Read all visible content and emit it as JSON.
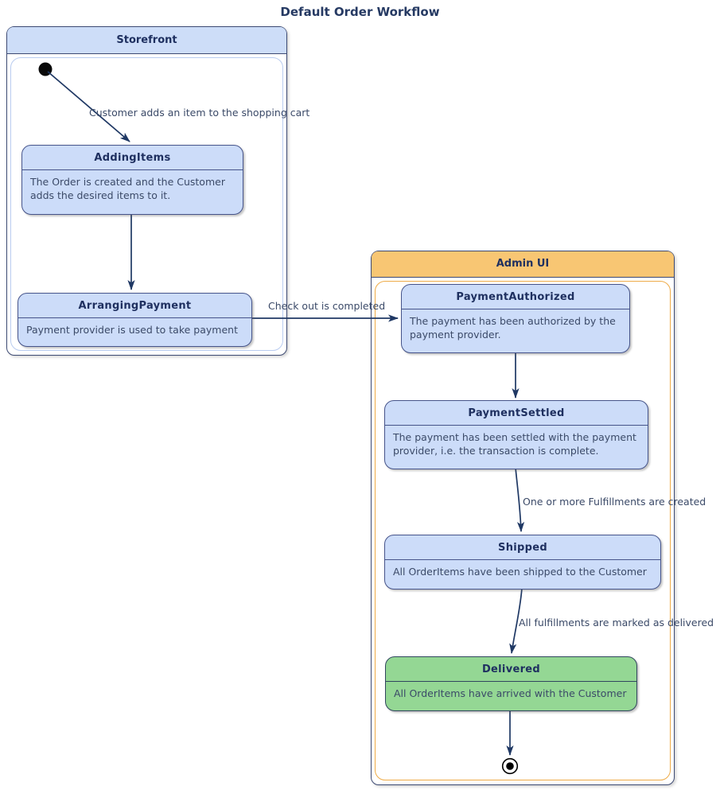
{
  "diagram": {
    "title": "Default Order Workflow",
    "containers": [
      {
        "label": "Storefront",
        "states": [
          {
            "name": "AddingItems",
            "description": "The Order is created and the Customer adds the desired items to it."
          },
          {
            "name": "ArrangingPayment",
            "description": "Payment provider is used to take payment"
          }
        ]
      },
      {
        "label": "Admin UI",
        "states": [
          {
            "name": "PaymentAuthorized",
            "description": "The payment has been authorized by the payment provider."
          },
          {
            "name": "PaymentSettled",
            "description": "The payment has been settled with the payment provider, i.e. the transaction is complete."
          },
          {
            "name": "Shipped",
            "description": "All OrderItems have been shipped to the Customer"
          },
          {
            "name": "Delivered",
            "description": "All OrderItems have arrived with the Customer"
          }
        ]
      }
    ],
    "transitions": [
      {
        "from": "initial",
        "to": "AddingItems",
        "label": "Customer adds an item to the shopping cart"
      },
      {
        "from": "AddingItems",
        "to": "ArrangingPayment",
        "label": ""
      },
      {
        "from": "ArrangingPayment",
        "to": "PaymentAuthorized",
        "label": "Check out is completed"
      },
      {
        "from": "PaymentAuthorized",
        "to": "PaymentSettled",
        "label": ""
      },
      {
        "from": "PaymentSettled",
        "to": "Shipped",
        "label": "One or more Fulfillments are created"
      },
      {
        "from": "Shipped",
        "to": "Delivered",
        "label": "All fulfillments are marked as delivered"
      },
      {
        "from": "Delivered",
        "to": "final",
        "label": ""
      }
    ]
  },
  "colors": {
    "title_text": "#263a63",
    "header_text": "#1f3060",
    "body_text": "#3b4a68",
    "label_text": "#3b4a68",
    "arrow": "#1f3864",
    "state_fill": "#ccdcf9",
    "state_border": "#46548a",
    "blue_header_fill": "#cdddf8",
    "orange_header_fill": "#f8c673",
    "container_border": "#3d4a73",
    "region_blue_border": "#b9ccf0",
    "region_orange_border": "#eeab48",
    "green_fill": "#94d794",
    "green_border": "#31465f",
    "initial_state": "#0a0a0a",
    "final_state": "#000000"
  }
}
